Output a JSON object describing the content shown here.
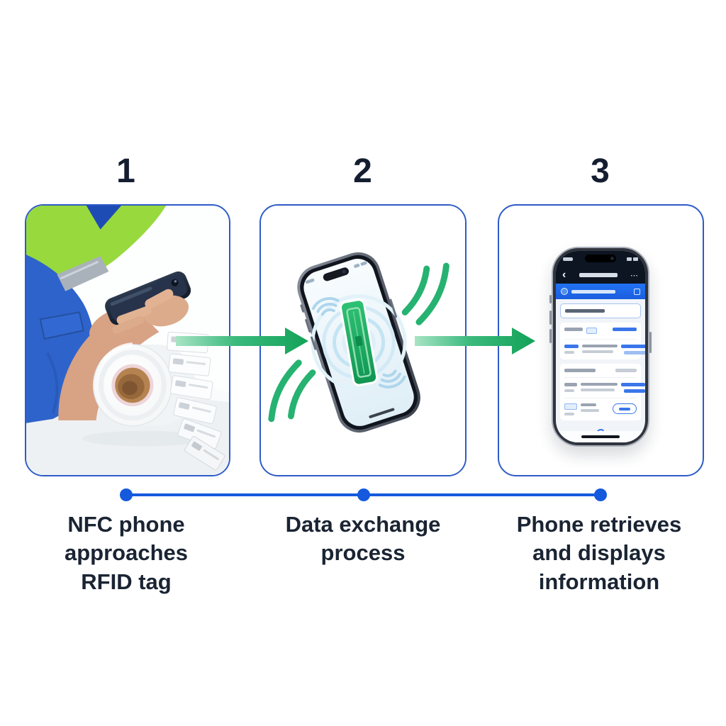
{
  "infographic": {
    "background": "#ffffff",
    "steps": [
      {
        "number": "1",
        "caption": "NFC phone\napproaches\nRFID tag"
      },
      {
        "number": "2",
        "caption": "Data exchange\nprocess"
      },
      {
        "number": "3",
        "caption": "Phone retrieves\nand displays\ninformation"
      }
    ]
  },
  "icons": {
    "back_chevron": "‹",
    "more_menu": "⋯"
  },
  "colors": {
    "panel_border": "#2d5bc8",
    "timeline_blue": "#1559dd",
    "arrow_green_dark": "#12a258",
    "arrow_green_light": "#a8e4c6",
    "heading_navy": "#141e30",
    "caption_navy": "#1a2433",
    "hivis_green": "#98d93e",
    "uniform_blue": "#2e63cb",
    "tag_green": "#1faf5e",
    "app_banner_blue": "#1e6cf0",
    "app_link_blue": "#3a76ea"
  }
}
